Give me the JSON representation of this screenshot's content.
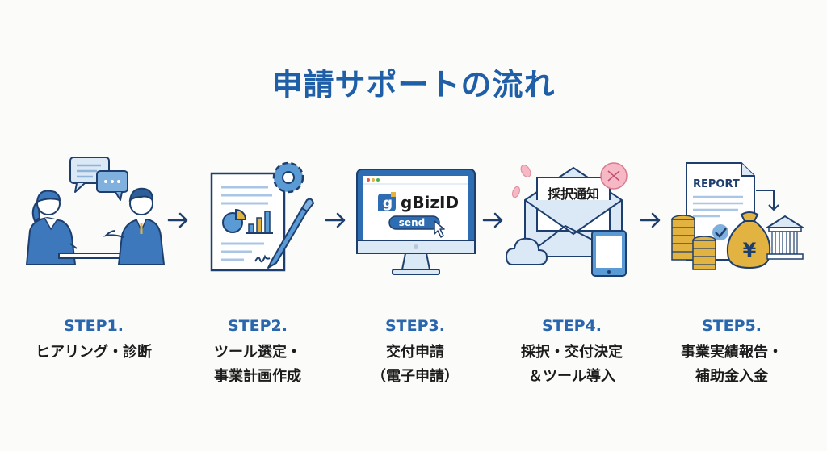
{
  "title": "申請サポートの流れ",
  "colors": {
    "background": "#fbfbf9",
    "title": "#1f5fa8",
    "step_label": "#2a66ad",
    "body_text": "#1c1c1c",
    "outline": "#1e3f6e",
    "fill_blue": "#5b9bd5",
    "fill_light": "#dbe8f5",
    "accent_gold": "#e3b341",
    "sakura": "#f5b8c4"
  },
  "icons": {
    "step1": "consultation-icon",
    "step2": "business-plan-icon",
    "step3": "online-application-icon",
    "step4": "approval-notice-icon",
    "step5": "report-and-grant-icon"
  },
  "step2_icon": {
    "gear": "gear-icon",
    "pen": "pen-icon"
  },
  "step3_icon": {
    "brand": "gBizID",
    "brand_letter": "g",
    "button": "send"
  },
  "step4_icon": {
    "letter_text": "採択通知"
  },
  "step5_icon": {
    "doc_title": "REPORT",
    "currency_symbol": "¥"
  },
  "steps": [
    {
      "label": "STEP1.",
      "lines": [
        "ヒアリング・診断"
      ]
    },
    {
      "label": "STEP2.",
      "lines": [
        "ツール選定・",
        "事業計画作成"
      ]
    },
    {
      "label": "STEP3.",
      "lines": [
        "交付申請",
        "（電子申請）"
      ]
    },
    {
      "label": "STEP4.",
      "lines": [
        "採択・交付決定",
        "＆ツール導入"
      ]
    },
    {
      "label": "STEP5.",
      "lines": [
        "事業実績報告・",
        "補助金入金"
      ]
    }
  ]
}
